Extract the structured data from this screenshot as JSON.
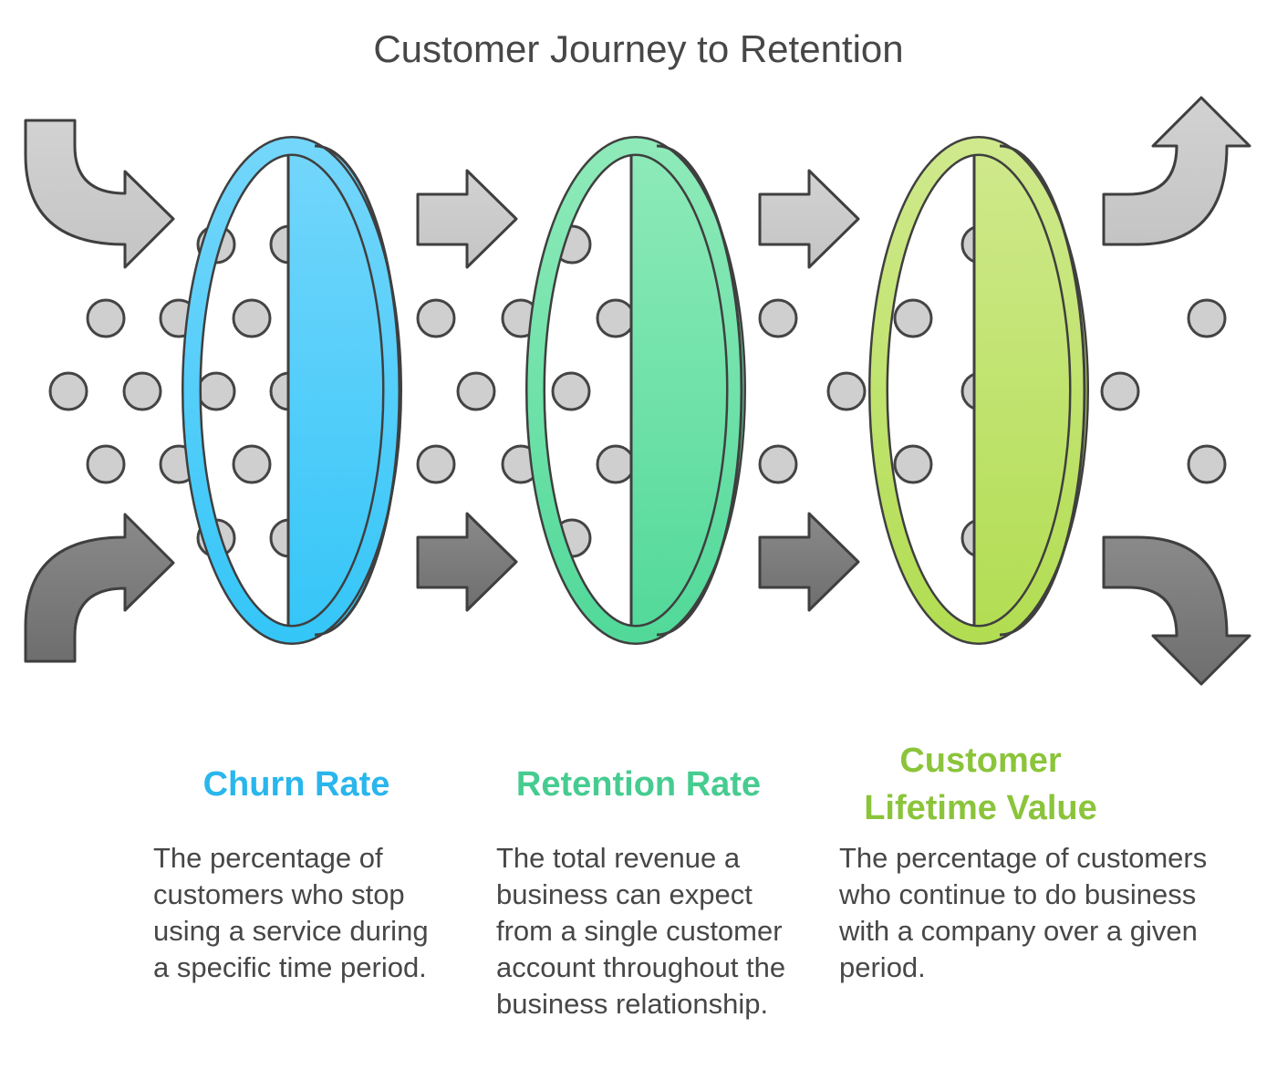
{
  "title": "Customer Journey to Retention",
  "colors": {
    "churn": "#29b6ec",
    "retention": "#46cc90",
    "lifetime": "#8bc43a",
    "text": "#474747",
    "outline": "#3f3f3f",
    "dot": "#cfcfcf"
  },
  "stages": [
    {
      "heading": "Churn Rate",
      "description": "The percentage of customers who stop using a service during a specific time period."
    },
    {
      "heading": "Retention Rate",
      "description": "The total revenue a business can expect from a single customer account throughout the business relationship."
    },
    {
      "heading": "Customer Lifetime Value",
      "description": "The percentage of customers who continue to do business with a company over a given period."
    }
  ]
}
